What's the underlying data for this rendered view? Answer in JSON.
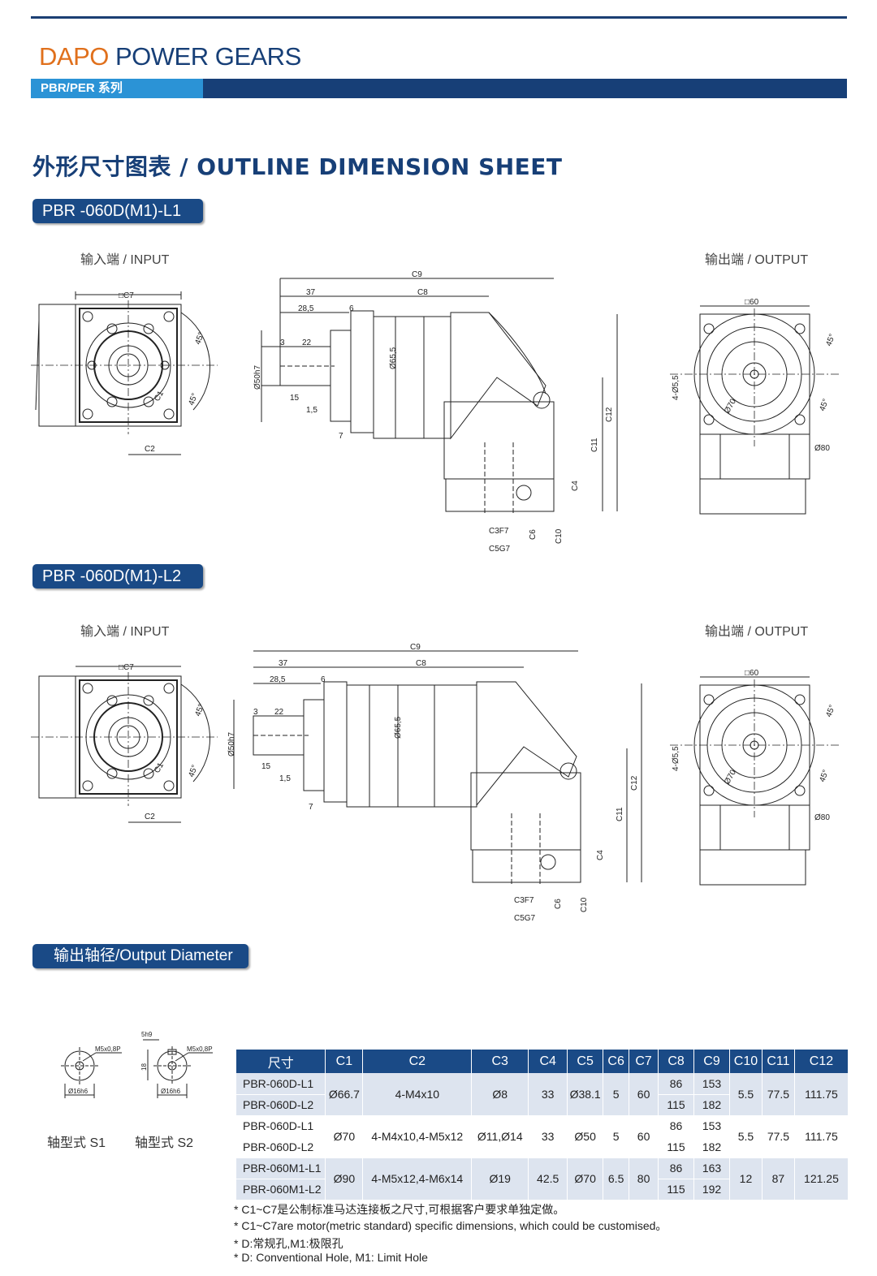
{
  "header": {
    "brand_part1": "DAPO",
    "brand_part2": "POWER GEARS",
    "series": "PBR/PER 系列",
    "colors": {
      "brand_orange": "#e0701c",
      "navy": "#173f77",
      "light_blue": "#2b93d6"
    }
  },
  "sheet_title": "外形尺寸图表 / OUTLINE DIMENSION SHEET",
  "sections": {
    "l1": {
      "title": "PBR -060D(M1)-L1"
    },
    "l2": {
      "title": "PBR -060D(M1)-L2"
    },
    "output_diameter": {
      "title": "输出轴径/Output Diameter"
    }
  },
  "views": {
    "input": "输入端 / INPUT",
    "output": "输出端 / OUTPUT"
  },
  "dims": {
    "c1": "C1",
    "c2": "C2",
    "c3": "C3F7",
    "c4": "C4",
    "c5": "C5G7",
    "c6": "C6",
    "c7": "□C7",
    "c8": "C8",
    "c9": "C9",
    "c10": "C10",
    "c11": "C11",
    "c12": "C12",
    "d37": "37",
    "d285": "28,5",
    "d6": "6",
    "d3": "3",
    "d22": "22",
    "d15": "15",
    "d15b": "1,5",
    "d7": "7",
    "phi50": "Ø50h7",
    "phi655": "Ø65,5",
    "sq60": "□60",
    "holes": "4-Ø5,5",
    "phi70": "Ø70",
    "phi80": "Ø80",
    "deg45": "45°"
  },
  "shafts": {
    "s1": "轴型式 S1",
    "s2": "轴型式 S2",
    "m5": "M5x0,8P",
    "phi16": "Ø16h6",
    "key_w": "5h9",
    "key_h": "18"
  },
  "table": {
    "headers": [
      "尺寸",
      "C1",
      "C2",
      "C3",
      "C4",
      "C5",
      "C6",
      "C7",
      "C8",
      "C9",
      "C10",
      "C11",
      "C12"
    ],
    "groups": [
      {
        "models": [
          "PBR-060D-L1",
          "PBR-060D-L2"
        ],
        "c1": "Ø66.7",
        "c2": "4-M4x10",
        "c3": "Ø8",
        "c4": "33",
        "c5": "Ø38.1",
        "c6": "5",
        "c7": "60",
        "c8": [
          "86",
          "115"
        ],
        "c9": [
          "153",
          "182"
        ],
        "c10": "5.5",
        "c11": "77.5",
        "c12": "111.75"
      },
      {
        "models": [
          "PBR-060D-L1",
          "PBR-060D-L2"
        ],
        "c1": "Ø70",
        "c2": "4-M4x10,4-M5x12",
        "c3": "Ø11,Ø14",
        "c4": "33",
        "c5": "Ø50",
        "c6": "5",
        "c7": "60",
        "c8": [
          "86",
          "115"
        ],
        "c9": [
          "153",
          "182"
        ],
        "c10": "5.5",
        "c11": "77.5",
        "c12": "111.75"
      },
      {
        "models": [
          "PBR-060M1-L1",
          "PBR-060M1-L2"
        ],
        "c1": "Ø90",
        "c2": "4-M5x12,4-M6x14",
        "c3": "Ø19",
        "c4": "42.5",
        "c5": "Ø70",
        "c6": "6.5",
        "c7": "80",
        "c8": [
          "86",
          "115"
        ],
        "c9": [
          "163",
          "192"
        ],
        "c10": "12",
        "c11": "87",
        "c12": "121.25"
      }
    ]
  },
  "notes": [
    "* C1~C7是公制标准马达连接板之尺寸,可根据客户要求单独定做。",
    "* C1~C7are motor(metric standard)  specific dimensions, which could be customised。",
    "* D:常规孔,M1:极限孔",
    "* D: Conventional Hole, M1: Limit Hole"
  ]
}
